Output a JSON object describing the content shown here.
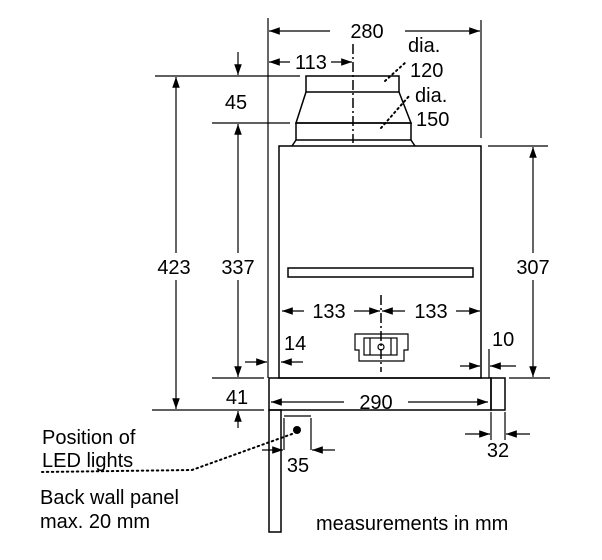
{
  "dimensions": {
    "width_total": "280",
    "duct_offset": "113",
    "duct_dia_small_label": "dia.",
    "duct_dia_small": "120",
    "duct_dia_large_label": "dia.",
    "duct_dia_large": "150",
    "duct_height": "45",
    "height_total": "423",
    "height_to_duct": "337",
    "body_height": "307",
    "half_width_left": "133",
    "half_width_right": "133",
    "left_gap": "14",
    "right_gap": "10",
    "strip_height": "41",
    "strip_width": "290",
    "handle_depth": "32",
    "led_offset": "35"
  },
  "annotations": {
    "led_line1": "Position of",
    "led_line2": "LED lights",
    "panel_line1": "Back wall panel",
    "panel_line2": "max. 20 mm",
    "units": "measurements in mm"
  }
}
